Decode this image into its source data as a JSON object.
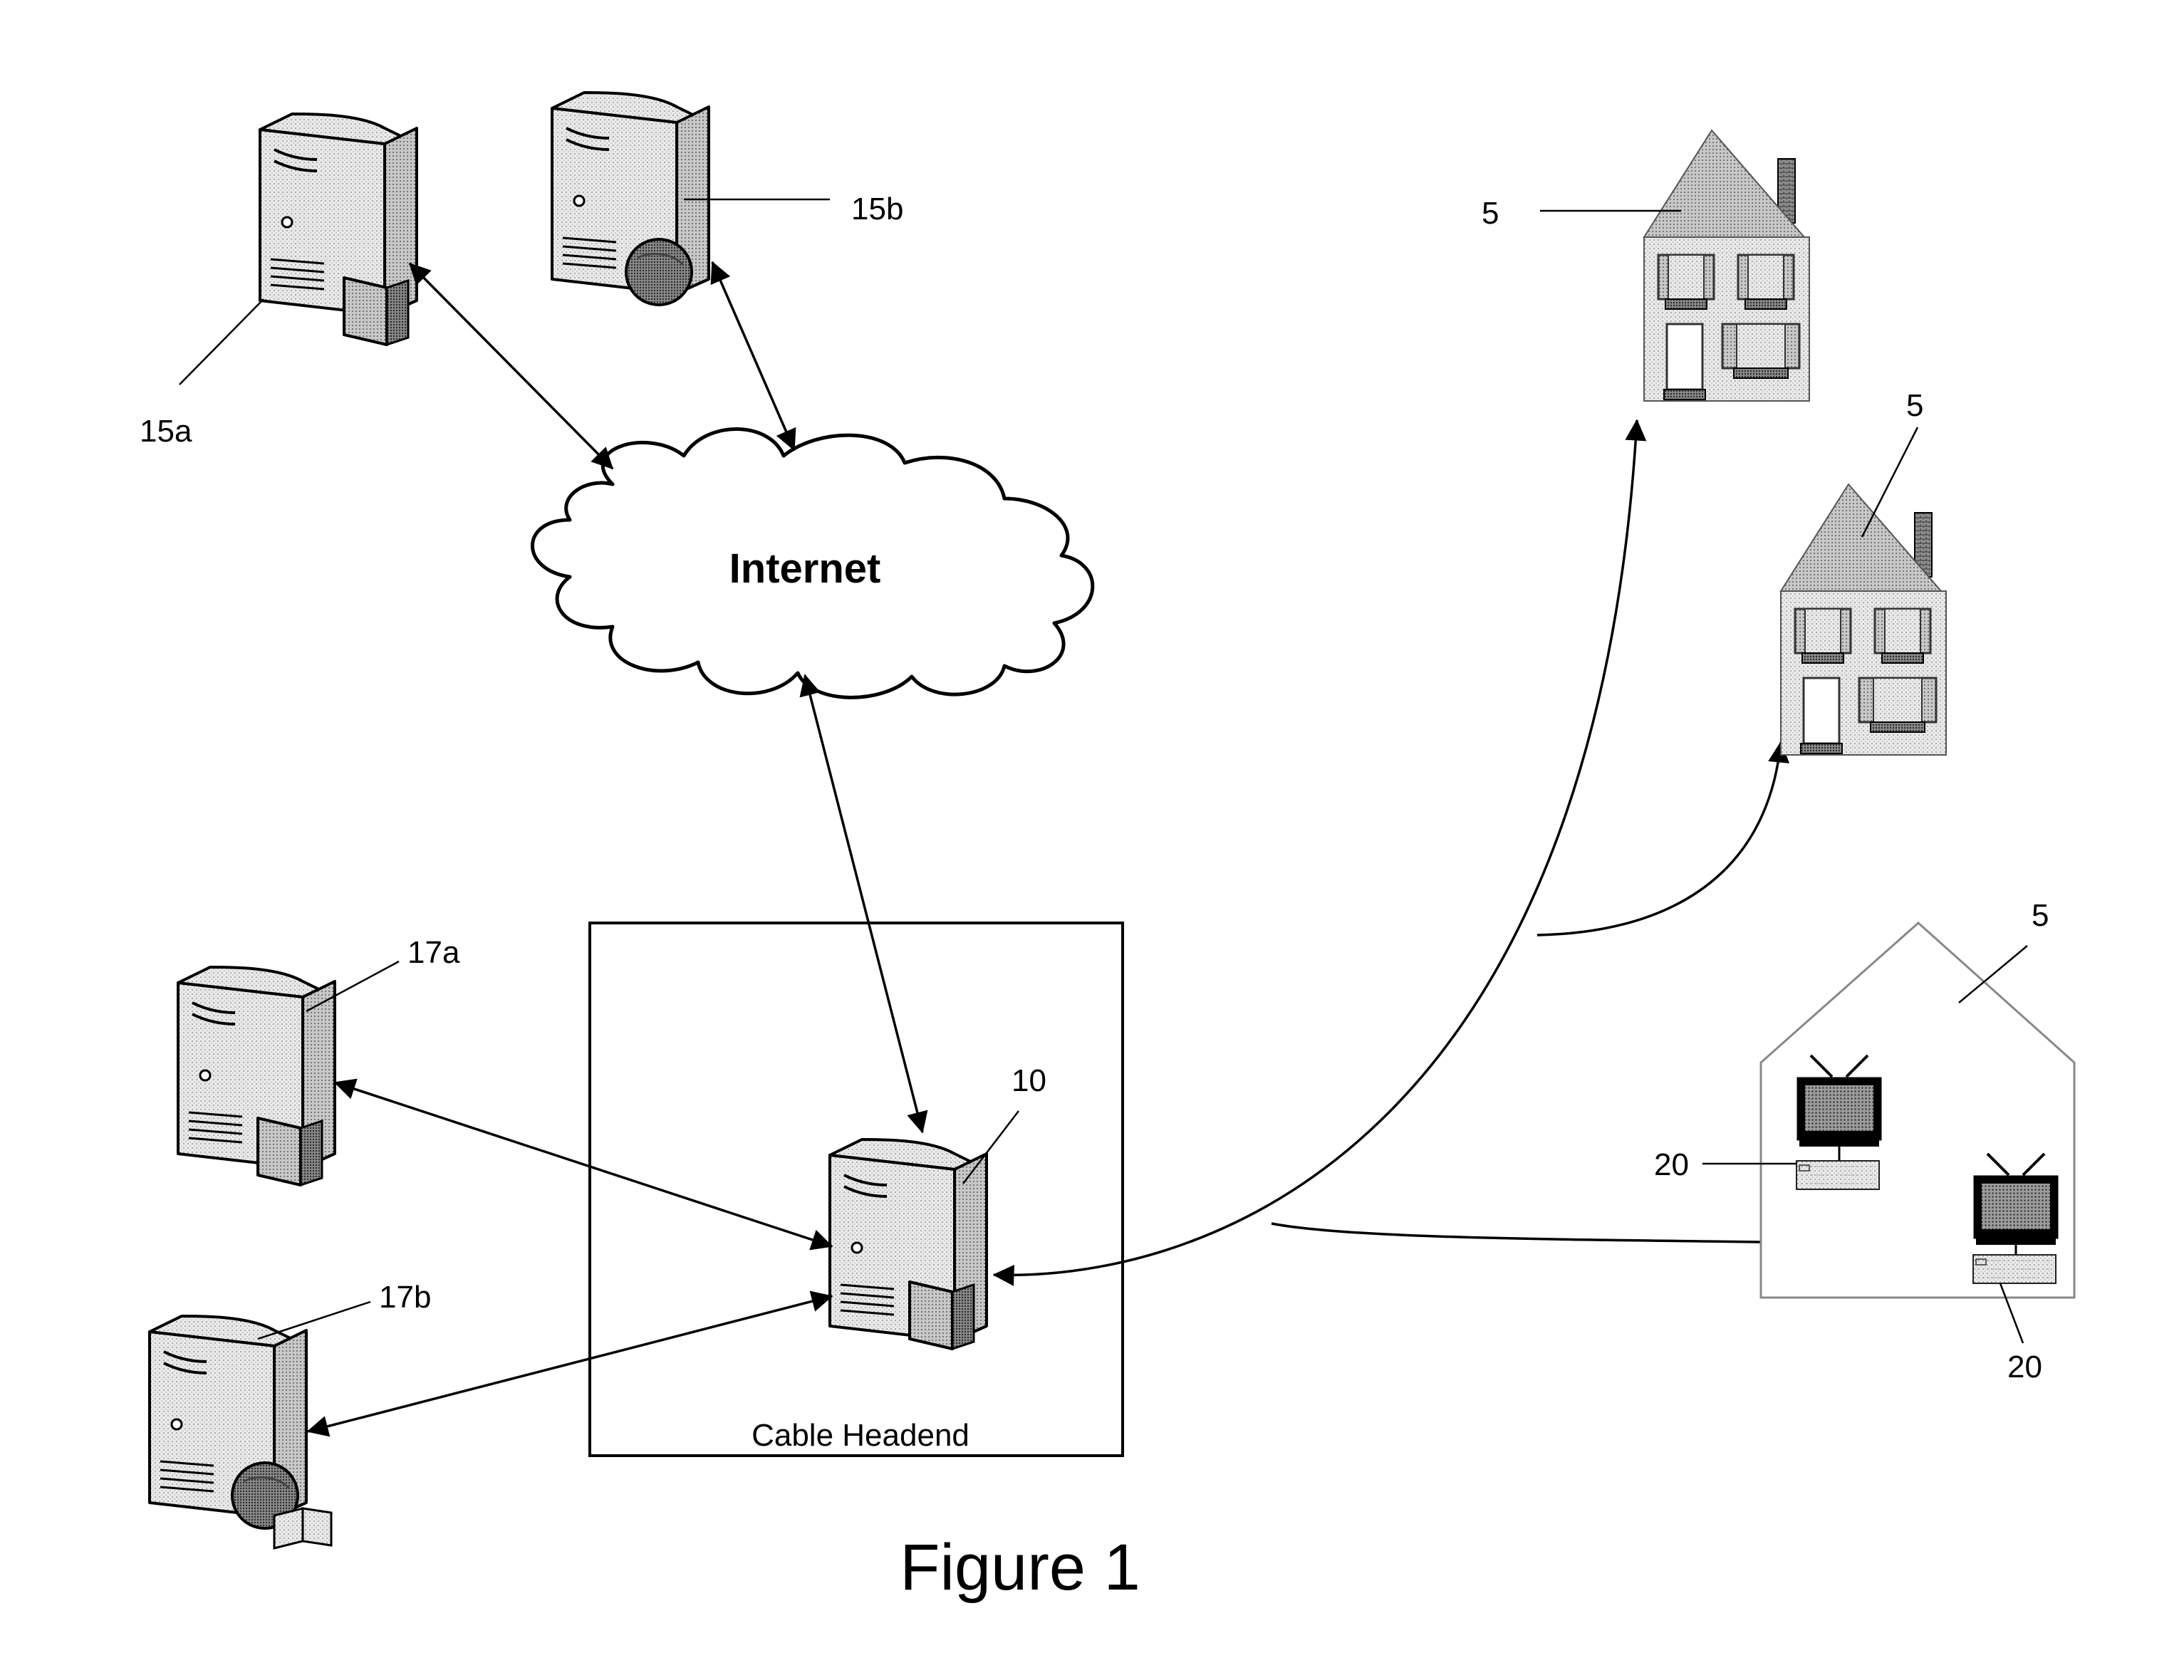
{
  "labels": {
    "internet": "Internet",
    "cable_headend": "Cable Headend",
    "figure": "Figure 1",
    "server_15a": "15a",
    "server_15b": "15b",
    "server_17a": "17a",
    "server_17b": "17b",
    "headend_server": "10",
    "home_1": "5",
    "home_2": "5",
    "home_3": "5",
    "settop_1": "20",
    "settop_2": "20"
  },
  "colors": {
    "line": "#000000",
    "shade_light": "#d6d6d6",
    "shade_mid": "#b4b4b4",
    "shade_dark": "#8a8a8a",
    "house_outline": "#888888"
  },
  "icons": {
    "server_15a": "server-tower-document-icon",
    "server_15b": "server-tower-globe-icon",
    "server_17a": "server-tower-document-icon",
    "server_17b": "server-tower-globe-film-icon",
    "headend_server": "server-tower-document-icon",
    "home_1": "house-icon",
    "home_2": "house-icon",
    "home_3": "house-outline-icon",
    "television": "television-icon",
    "settop": "settop-box-icon"
  }
}
